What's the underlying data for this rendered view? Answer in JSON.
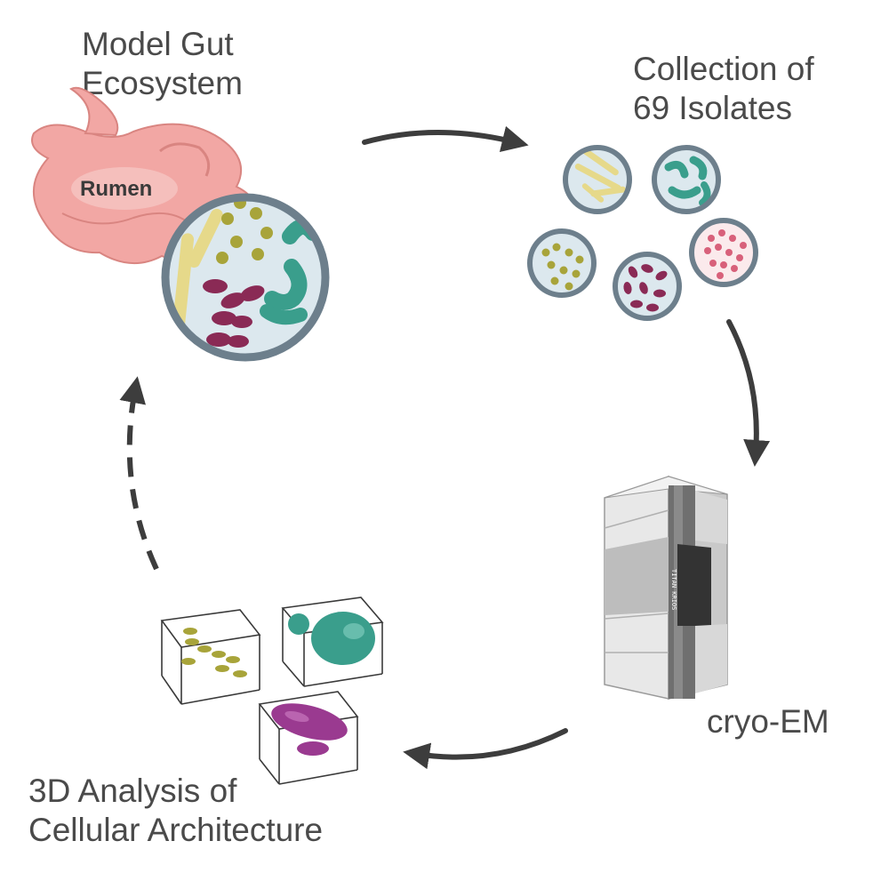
{
  "labels": {
    "model_gut": [
      "Model Gut",
      "Ecosystem"
    ],
    "collection": [
      "Collection of",
      "69 Isolates"
    ],
    "cryo_em": "cryo-EM",
    "analysis": [
      "3D Analysis of",
      "Cellular Architecture"
    ],
    "rumen": "Rumen",
    "microscope_brand": "TITAN KRIOS"
  },
  "colors": {
    "text": "#4a4a4a",
    "arrow": "#3d3d3d",
    "rumen_pink": "#f2a7a4",
    "dish_border": "#6d7f8c",
    "dish_fill": "#dce8ee",
    "olive": "#a8a43a",
    "yellow_rod": "#e6d98a",
    "teal": "#3a9e8c",
    "purple": "#8a2a55",
    "pink_coccus": "#d8607a",
    "magenta": "#9a3a90"
  },
  "icons": [
    "rumen-stomach-icon",
    "petri-dish-icon",
    "cryo-microscope-icon",
    "tomogram-box-icon"
  ]
}
